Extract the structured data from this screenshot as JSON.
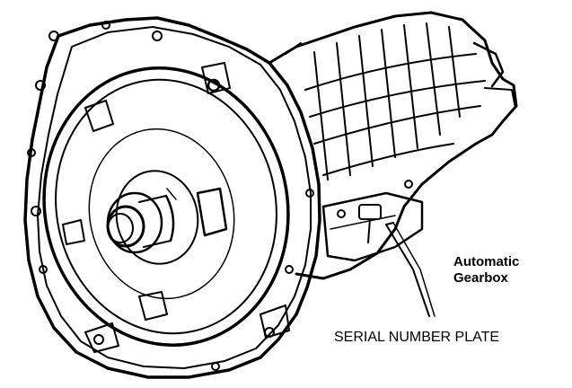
{
  "diagram": {
    "caption_line1": "Automatic",
    "caption_line2": "Gearbox",
    "callout_label": "SERIAL NUMBER PLATE"
  },
  "colors": {
    "ink": "#000000",
    "paper": "#ffffff"
  }
}
